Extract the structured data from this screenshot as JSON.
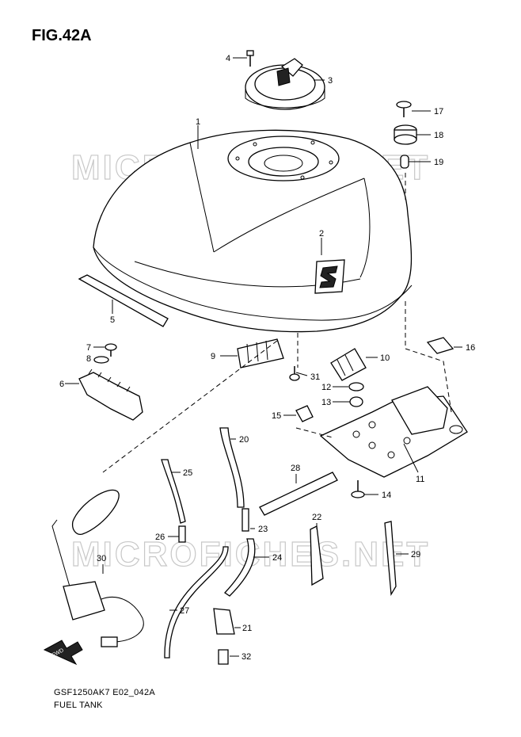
{
  "figure": {
    "title": "FIG.42A",
    "model_code": "GSF1250AK7 E02_042A",
    "name": "FUEL TANK",
    "watermark": "MICROFICHES.NET"
  },
  "labels": {
    "p1": "1",
    "p2": "2",
    "p3": "3",
    "p4": "4",
    "p5": "5",
    "p6": "6",
    "p7": "7",
    "p8": "8",
    "p9": "9",
    "p10": "10",
    "p11": "11",
    "p12": "12",
    "p13": "13",
    "p14": "14",
    "p15": "15",
    "p16": "16",
    "p17": "17",
    "p18": "18",
    "p19": "19",
    "p20": "20",
    "p21": "21",
    "p22": "22",
    "p23": "23",
    "p24": "24",
    "p25": "25",
    "p26": "26",
    "p27": "27",
    "p28": "28",
    "p29": "29",
    "p30": "30",
    "p31": "31",
    "p32": "32"
  },
  "front_arrow": "FWD"
}
